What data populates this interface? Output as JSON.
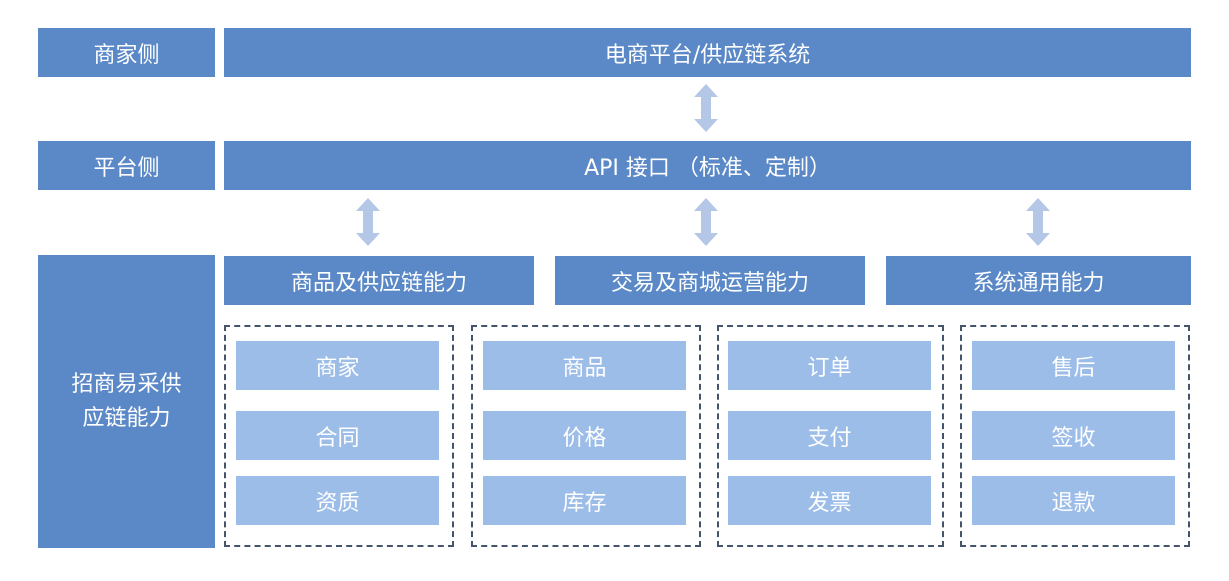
{
  "rows": {
    "merchant_side": "商家侧",
    "platform_side": "平台侧",
    "capability_side": "招商易采供\n应链能力"
  },
  "top_bar": "电商平台/供应链系统",
  "api_bar": "API 接口 （标准、定制）",
  "capabilities": [
    "商品及供应链能力",
    "交易及商城运营能力",
    "系统通用能力"
  ],
  "modules": [
    [
      "商家",
      "合同",
      "资质"
    ],
    [
      "商品",
      "价格",
      "库存"
    ],
    [
      "订单",
      "支付",
      "发票"
    ],
    [
      "售后",
      "签收",
      "退款"
    ]
  ],
  "colors": {
    "dark_block": "#5b88c6",
    "light_block": "#9dbde9",
    "arrow": "#b4c7e7",
    "dashed_border": "#44546a"
  }
}
